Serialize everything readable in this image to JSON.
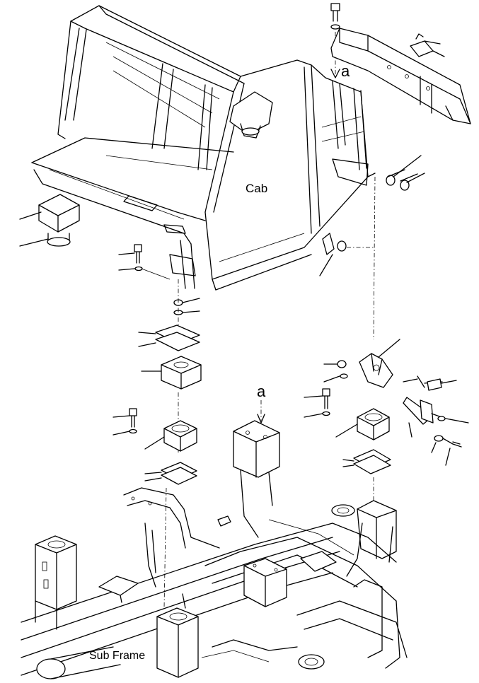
{
  "labels": {
    "cab": "Cab",
    "sub_frame": "Sub Frame",
    "ref_a_top": "a",
    "ref_a_bottom": "a"
  },
  "colors": {
    "ink": "#000000",
    "paper": "#ffffff"
  }
}
